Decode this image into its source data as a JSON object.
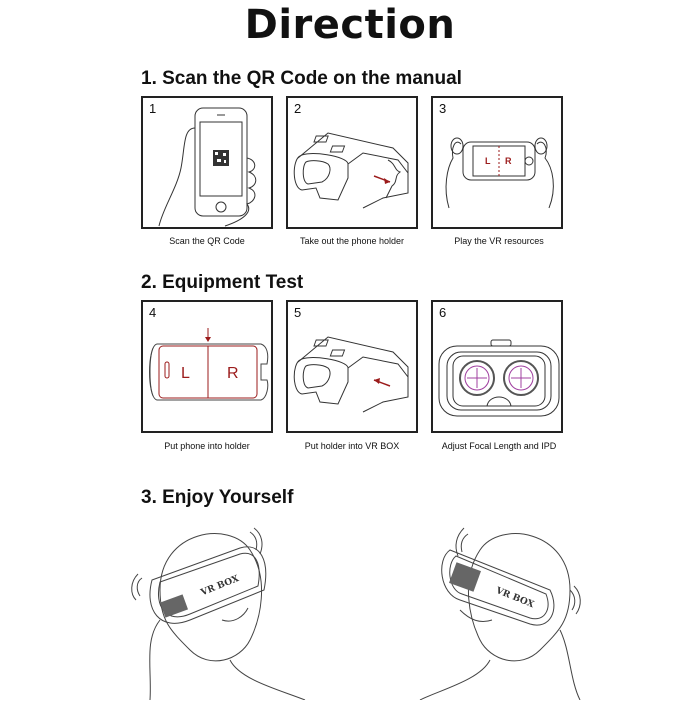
{
  "title": "Direction",
  "sections": [
    {
      "heading": "1. Scan the QR Code on the manual",
      "steps": [
        {
          "number": "1",
          "caption": "Scan the QR Code",
          "illustration": "hand-holding-phone-qr"
        },
        {
          "number": "2",
          "caption": "Take out the phone holder",
          "illustration": "vr-headset-remove-holder"
        },
        {
          "number": "3",
          "caption": "Play the VR resources",
          "illustration": "hands-holding-phone-landscape"
        }
      ]
    },
    {
      "heading": "2. Equipment Test",
      "steps": [
        {
          "number": "4",
          "caption": "Put phone into holder",
          "illustration": "phone-in-holder"
        },
        {
          "number": "5",
          "caption": "Put holder into VR BOX",
          "illustration": "vr-headset-insert-holder"
        },
        {
          "number": "6",
          "caption": "Adjust Focal Length and IPD",
          "illustration": "vr-lenses-front"
        }
      ]
    },
    {
      "heading": "3. Enjoy Yourself",
      "scenes": [
        {
          "illustration": "head-wearing-vr-left",
          "label": "VR BOX"
        },
        {
          "illustration": "head-wearing-vr-right",
          "label": "VR BOX"
        }
      ]
    }
  ],
  "screen_labels": {
    "left": "L",
    "right": "R"
  },
  "colors": {
    "accent": "#9b1b1b",
    "lens": "#a040a0",
    "line": "#222222"
  }
}
